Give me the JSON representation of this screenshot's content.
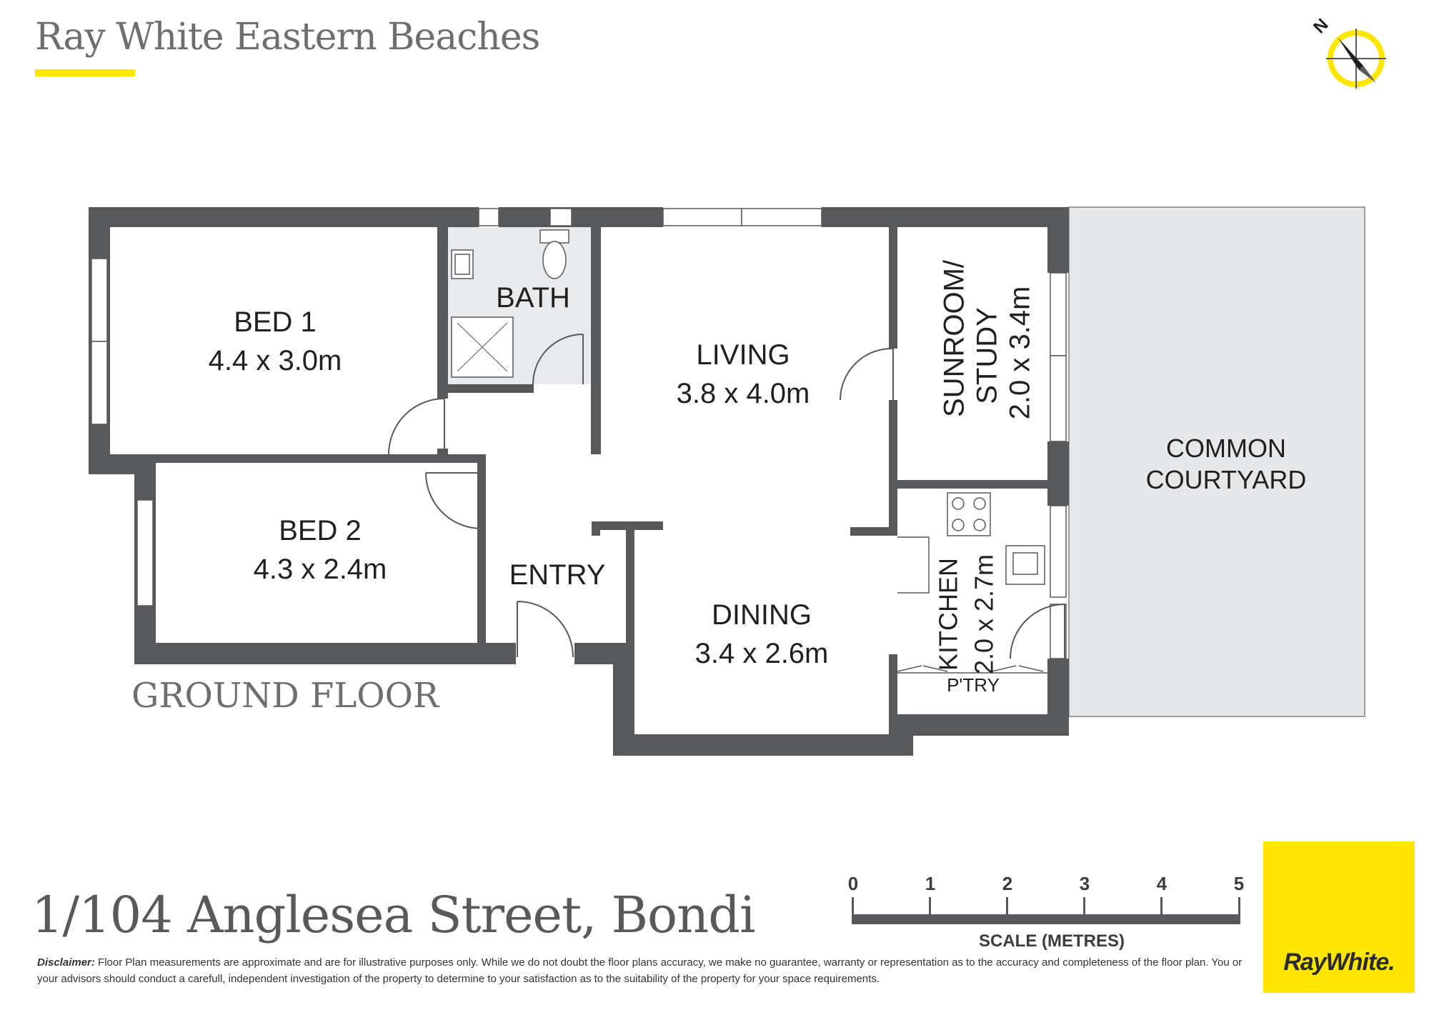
{
  "header": {
    "brand": "Ray White Eastern Beaches"
  },
  "plan": {
    "floor_label": "GROUND FLOOR",
    "rooms": {
      "bed1": {
        "name": "BED 1",
        "size": "4.4 x 3.0m"
      },
      "bath": {
        "name": "BATH"
      },
      "living": {
        "name": "LIVING",
        "size": "3.8 x 4.0m"
      },
      "sunroom": {
        "name_line1": "SUNROOM/",
        "name_line2": "STUDY",
        "size": "2.0 x 3.4m"
      },
      "courtyard": {
        "name_line1": "COMMON",
        "name_line2": "COURTYARD"
      },
      "bed2": {
        "name": "BED 2",
        "size": "4.3 x 2.4m"
      },
      "entry": {
        "name": "ENTRY"
      },
      "dining": {
        "name": "DINING",
        "size": "3.4 x 2.6m"
      },
      "kitchen": {
        "name": "KITCHEN",
        "size": "2.0 x 2.7m"
      },
      "pantry": {
        "name": "P'TRY"
      }
    },
    "compass": {
      "letter": "N"
    }
  },
  "scale": {
    "title": "SCALE (METRES)",
    "ticks": [
      "0",
      "1",
      "2",
      "3",
      "4",
      "5"
    ]
  },
  "footer": {
    "address": "1/104 Anglesea Street, Bondi",
    "disclaimer_label": "Disclaimer:",
    "disclaimer_text": "Floor Plan measurements are approximate and are for illustrative purposes only. While we do not doubt the  floor  plans  accuracy,  we make no guarantee, warranty or representation as to the accuracy and completeness of the floor plan.  You  or  your  advisors  should  conduct a carefull, independent investigation of the property to determine to your satisfaction as to the suitability of the property for your space requirements.",
    "logo": "RayWhite."
  },
  "colors": {
    "wall": "#58595b",
    "accent": "#ffe600",
    "courtyard": "#e6e7e8",
    "bath": "#e9eaeb"
  }
}
